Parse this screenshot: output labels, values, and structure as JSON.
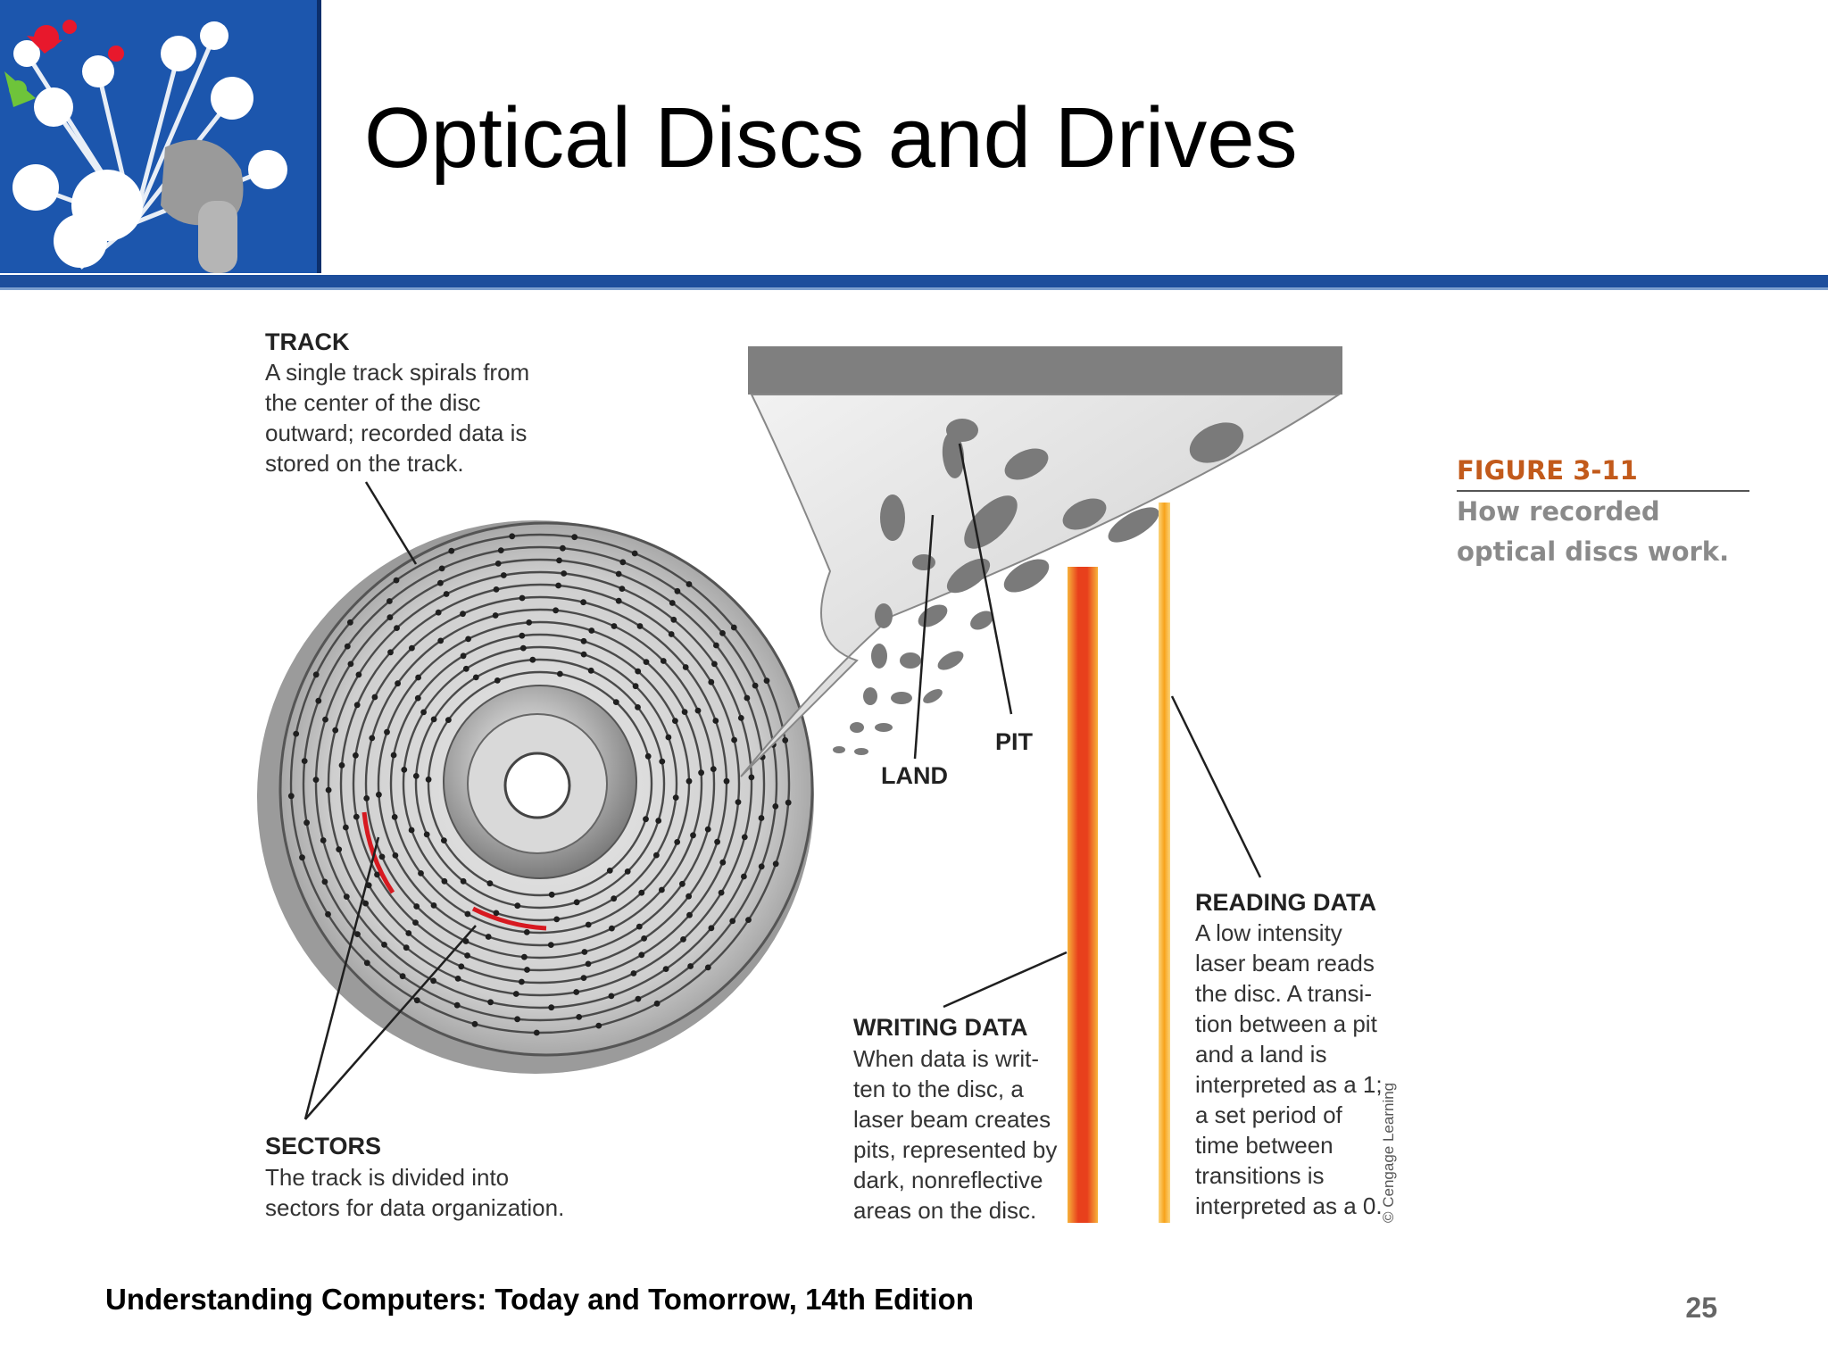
{
  "slide": {
    "title": "Optical Discs and Drives",
    "footer": "Understanding Computers: Today and Tomorrow, 14th Edition",
    "page_number": "25"
  },
  "figure": {
    "number": "FIGURE 3-11",
    "caption": [
      "How recorded",
      "optical discs work."
    ],
    "credit": "© Cengage Learning"
  },
  "labels": {
    "track": {
      "heading": "TRACK",
      "body": [
        "A single track spirals from",
        "the center of the disc",
        "outward; recorded data is",
        "stored on the track."
      ]
    },
    "sectors": {
      "heading": "SECTORS",
      "body": [
        "The track is divided into",
        "sectors for data organization."
      ]
    },
    "land": "LAND",
    "pit": "PIT",
    "writing": {
      "heading": "WRITING DATA",
      "body": [
        "When data is writ-",
        "ten to the disc, a",
        "laser beam creates",
        "pits, represented by",
        "dark, nonreflective",
        "areas on the disc."
      ]
    },
    "reading": {
      "heading": "READING DATA",
      "body": [
        "A low intensity",
        "laser beam reads",
        "the disc. A transi-",
        "tion between a pit",
        "and a land is",
        "interpreted as a 1;",
        "a set period of",
        "time between",
        "transitions is",
        "interpreted as a 0."
      ]
    }
  },
  "colors": {
    "header_bar": "#1d4e9c",
    "write_laser": "#e8401c",
    "read_laser": "#f7b23a",
    "sector_highlight": "#d71920",
    "figure_number": "#c25a1b"
  }
}
